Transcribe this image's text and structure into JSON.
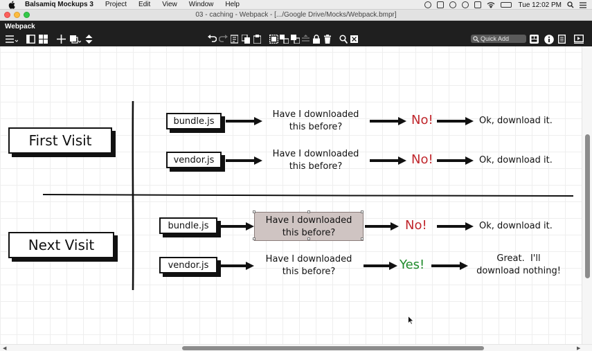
{
  "menubar": {
    "items": [
      "Balsamiq Mockups 3",
      "Project",
      "Edit",
      "View",
      "Window",
      "Help"
    ],
    "clock": "Tue 12:02 PM"
  },
  "window": {
    "title": "03 - caching - Webpack - [.../Google Drive/Mocks/Webpack.bmpr]"
  },
  "app": {
    "name": "Webpack",
    "quick_add_placeholder": "Quick Add"
  },
  "mockup": {
    "first_visit": {
      "label": "First Visit",
      "rows": [
        {
          "file": "bundle.js",
          "question": "Have I downloaded\nthis before?",
          "answer": "No!",
          "result": "Ok, download it."
        },
        {
          "file": "vendor.js",
          "question": "Have I downloaded\nthis before?",
          "answer": "No!",
          "result": "Ok, download it."
        }
      ]
    },
    "next_visit": {
      "label": "Next Visit",
      "rows": [
        {
          "file": "bundle.js",
          "question": "Have I downloaded\nthis before?",
          "answer": "No!",
          "result": "Ok, download it."
        },
        {
          "file": "vendor.js",
          "question": "Have I downloaded\nthis before?",
          "answer": "Yes!",
          "result": "Great.  I'll\ndownload nothing!"
        }
      ]
    }
  },
  "colors": {
    "no": "#c0262c",
    "yes": "#1e8a2a",
    "selection": "#cfc4c2"
  }
}
